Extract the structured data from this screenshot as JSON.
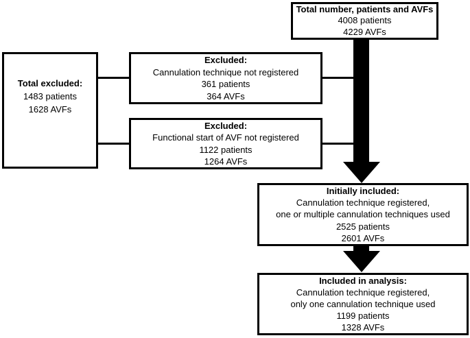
{
  "figure": {
    "type": "flow-diagram",
    "colors": {
      "line": "#000000",
      "background": "#ffffff",
      "text": "#000000"
    },
    "boxes": {
      "total": {
        "title": "Total number, patients and AVFs",
        "lines": [
          "4008 patients",
          "4229 AVFs"
        ]
      },
      "total_excluded": {
        "title": "Total excluded:",
        "lines": [
          "1483 patients",
          "1628 AVFs"
        ]
      },
      "excluded_cannulation": {
        "title": "Excluded:",
        "lines": [
          "Cannulation technique not registered",
          "361 patients",
          "364 AVFs"
        ]
      },
      "excluded_functional": {
        "title": "Excluded:",
        "lines": [
          "Functional start of AVF not registered",
          "1122 patients",
          "1264 AVFs"
        ]
      },
      "initially_included": {
        "title": "Initially included:",
        "lines": [
          "Cannulation technique registered,",
          "one or multiple cannulation techniques used",
          "2525 patients",
          "2601 AVFs"
        ]
      },
      "included_in_analysis": {
        "title": "Included in analysis:",
        "lines": [
          "Cannulation technique registered,",
          "only one cannulation technique used",
          "1199 patients",
          "1328 AVFs"
        ]
      }
    }
  }
}
